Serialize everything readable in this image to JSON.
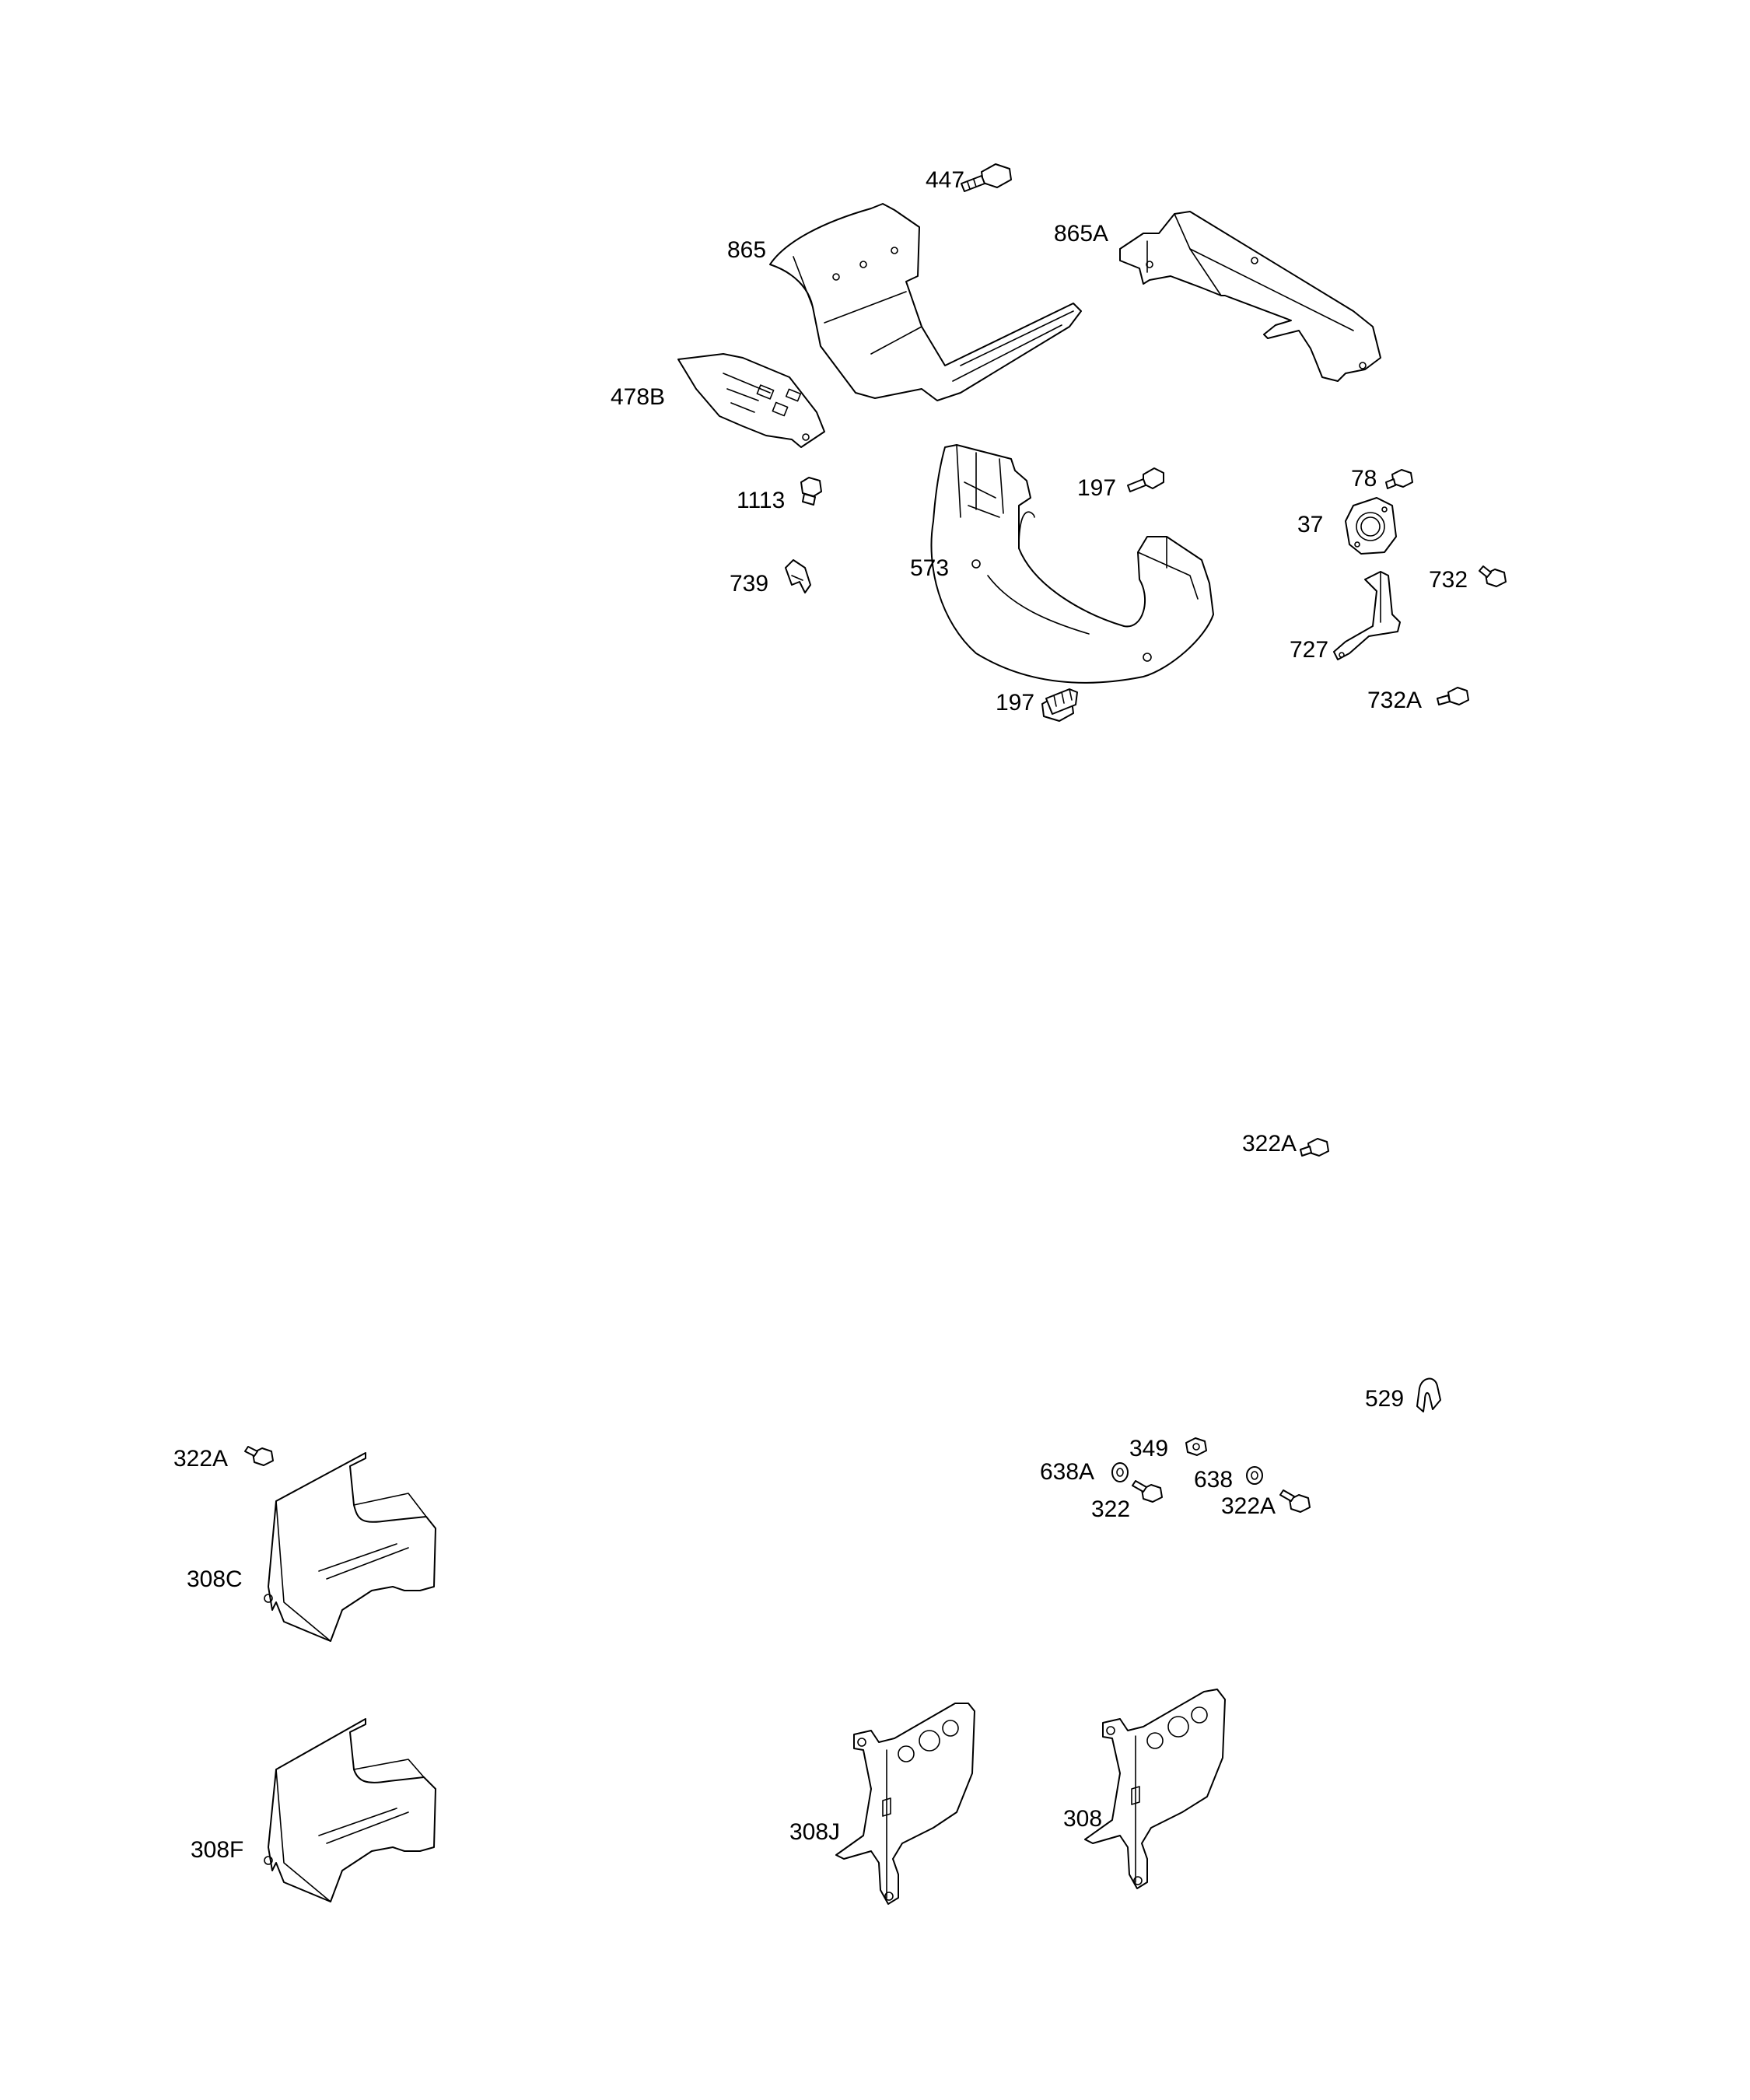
{
  "diagram": {
    "background": "#ffffff",
    "line_color": "#000000",
    "labels": {
      "p447": "447",
      "p865": "865",
      "p865A": "865A",
      "p478B": "478B",
      "p1113": "1113",
      "p739": "739",
      "p573": "573",
      "p197_top": "197",
      "p197_bottom": "197",
      "p78": "78",
      "p37": "37",
      "p732": "732",
      "p727": "727",
      "p732A": "732A",
      "p322A_mid": "322A",
      "p529": "529",
      "p349": "349",
      "p638A": "638A",
      "p638": "638",
      "p322": "322",
      "p322A_right": "322A",
      "p322A_left": "322A",
      "p308C": "308C",
      "p308F": "308F",
      "p308J": "308J",
      "p308": "308"
    }
  }
}
